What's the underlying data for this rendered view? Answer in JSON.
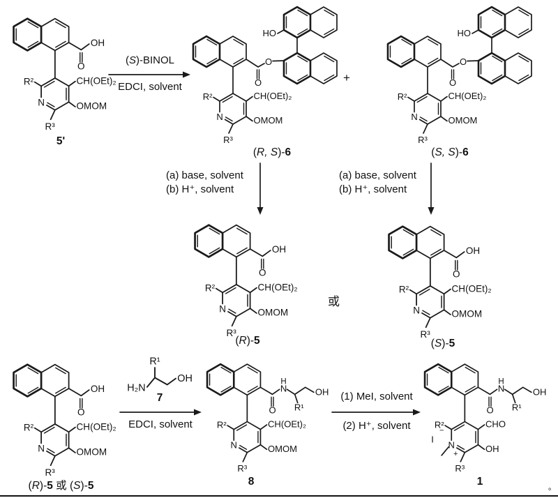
{
  "atoms": {
    "OH": "OH",
    "O": "O",
    "HO": "HO",
    "N": "N",
    "H": "H",
    "R1": "R¹",
    "R2": "R²",
    "R3": "R³",
    "CHOEt2": "CH(OEt)₂",
    "OMOM": "OMOM",
    "H2N": "H₂N",
    "CHO": "CHO",
    "I": "I",
    "plus_charge": "+",
    "minus_charge": "−"
  },
  "compounds": {
    "c5p": {
      "b": "5'"
    },
    "rs6": {
      "pre": "(",
      "i": "R, S",
      "post": ")-",
      "b": "6"
    },
    "ss6": {
      "pre": "(",
      "i": "S, S",
      "post": ")-",
      "b": "6"
    },
    "r5": {
      "pre": "(",
      "i": "R",
      "post": ")-",
      "b": "5"
    },
    "s5": {
      "pre": "(",
      "i": "S",
      "post": ")-",
      "b": "5"
    },
    "or_word": "或",
    "r5s5": {
      "pre": "(",
      "i": "R",
      "post": ")-",
      "b": "5",
      "mid": " 或 ",
      "pre2": "(",
      "i2": "S",
      "post2": ")-",
      "b2": "5"
    },
    "c7": {
      "b": "7"
    },
    "c8": {
      "b": "8"
    },
    "c1": {
      "b": "1"
    }
  },
  "reagents": {
    "binol": {
      "pre": "(",
      "i": "S",
      "post": ")-BINOL"
    },
    "edci": "EDCI, solvent",
    "hydrolysis_a": "(a) base, solvent",
    "hydrolysis_b": "(b) H⁺, solvent",
    "methylation_1": "(1) MeI, solvent",
    "methylation_2": "(2) H⁺, solvent"
  },
  "symbols": {
    "plus": "+",
    "period": "。"
  }
}
